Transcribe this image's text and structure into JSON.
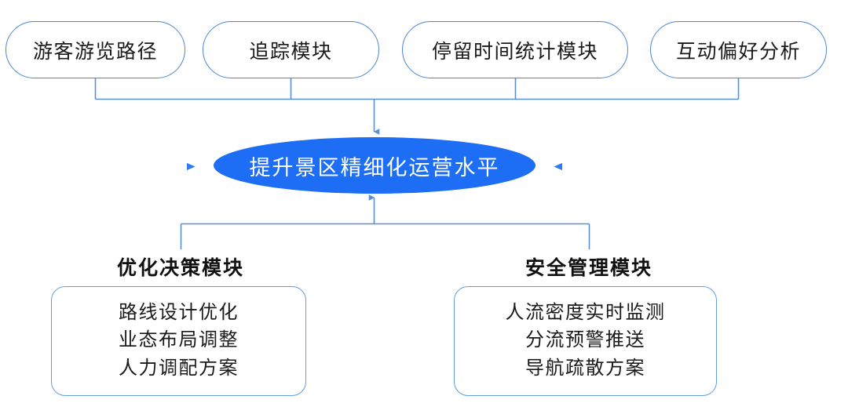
{
  "diagram": {
    "title_node": {
      "label": "提升景区精细化运营水平",
      "fill": "#1d6ef4",
      "text_color": "#ffffff"
    },
    "top_modules": [
      {
        "label": "游客游览路径"
      },
      {
        "label": "追踪模块"
      },
      {
        "label": "停留时间统计模块"
      },
      {
        "label": "互动偏好分析"
      }
    ],
    "bottom_sections": [
      {
        "title": "优化决策模块",
        "items": [
          "路线设计优化",
          "业态布局调整",
          "人力调配方案"
        ]
      },
      {
        "title": "安全管理模块",
        "items": [
          "人流密度实时监测",
          "分流预警推送",
          "导航疏散方案"
        ]
      }
    ],
    "colors": {
      "pill_border": "#4a86d8",
      "card_border": "#63a0e0",
      "connector": "#5b8fd4",
      "accent": "#1d6ef4",
      "side_arrow_start": "#f4f8ff",
      "side_arrow_end": "#2f7bf0"
    }
  }
}
